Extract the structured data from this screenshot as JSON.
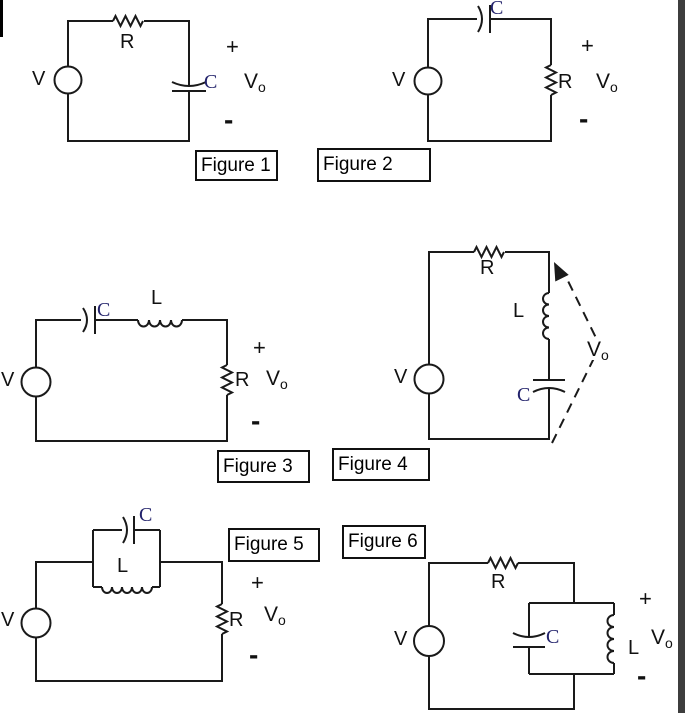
{
  "colors": {
    "line": "#1a1a1a",
    "cap_label": "#22226b",
    "edge_bar": "#3d3d3d"
  },
  "figures": [
    {
      "caption": "Figure 1",
      "labels": {
        "source": "V",
        "resistor": "R",
        "capacitor": "C",
        "plus": "+",
        "output_main": "V",
        "output_sub": "o",
        "minus": "-"
      }
    },
    {
      "caption": "Figure 2",
      "labels": {
        "source": "V",
        "capacitor": "C",
        "resistor": "R",
        "plus": "+",
        "output_main": "V",
        "output_sub": "o",
        "minus": "-"
      }
    },
    {
      "caption": "Figure 3",
      "labels": {
        "source": "V",
        "capacitor": "C",
        "inductor": "L",
        "resistor": "R",
        "plus": "+",
        "output_main": "V",
        "output_sub": "o",
        "minus": "-"
      }
    },
    {
      "caption": "Figure 4",
      "labels": {
        "source": "V",
        "resistor": "R",
        "inductor": "L",
        "capacitor": "C",
        "output_main": "V",
        "output_sub": "o"
      }
    },
    {
      "caption": "Figure 5",
      "labels": {
        "source": "V",
        "capacitor": "C",
        "inductor": "L",
        "resistor": "R",
        "plus": "+",
        "output_main": "V",
        "output_sub": "o",
        "minus": "-"
      }
    },
    {
      "caption": "Figure 6",
      "labels": {
        "source": "V",
        "resistor": "R",
        "capacitor": "C",
        "inductor": "L",
        "plus": "+",
        "output_main": "V",
        "output_sub": "o",
        "minus": "-"
      }
    }
  ]
}
